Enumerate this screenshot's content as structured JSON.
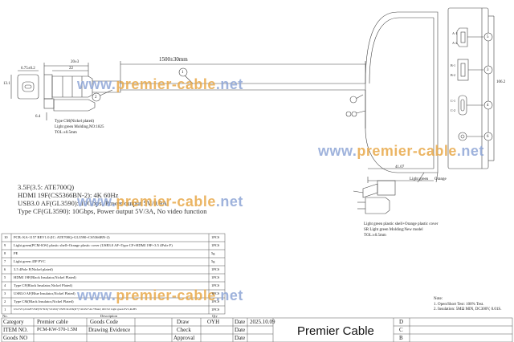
{
  "dimensions": {
    "cable_length": "1500±30mm",
    "plug_width": "20±3",
    "plug_len": "22",
    "pcb_dim": "6.75±0.2",
    "plug_h": "13.1",
    "dim_64": "6.4",
    "dim_41": "41.07",
    "dim_106": "106.2"
  },
  "callouts": [
    "1",
    "2",
    "3",
    "4",
    "5",
    "6"
  ],
  "notes_plug": {
    "line1": "Type CM(Nickel plated)",
    "line2": "Light green Molding,NO:1825",
    "line3": "TOL:±0.5mm"
  },
  "notes_hub": {
    "line1": "Light green plastic shell+Orange plastic cover",
    "line2": "SR Light green Molding;New model",
    "line3": "TOL:±0.5mm"
  },
  "color_labels": {
    "a": "Light green",
    "b": "Orange"
  },
  "port_labels": [
    "A-1",
    "A-2",
    "B-1",
    "B-2",
    "C-1",
    "C-2"
  ],
  "specs": [
    "3.5F(3.5: ATE700Q)",
    "HDMI 19F(CS5366BN-2): 4K 60Hz",
    "USB3.0 AF(GL3590): 10Gbps, Power output 5V/0.9A",
    "Type CF(GL3590): 10Gbps, Power output 5V/3A, No video function"
  ],
  "watermark": {
    "prefix": "www.",
    "name": "premier-cable",
    "suffix": ".net"
  },
  "bom": [
    {
      "no": "10",
      "desc": "PCB: KA-1157 REV1.0 (IC: ATE700Q+GL3590+CS5366BN-2)",
      "qty": "1PCS"
    },
    {
      "no": "9",
      "desc": "Light green(PCM-KW) plastic shell+Orange plastic cover (USB3.0 AF+Type CF+HDMI 19F+3.5 4Pole F)",
      "qty": "1PCS"
    },
    {
      "no": "8",
      "desc": "PE",
      "qty": "5g"
    },
    {
      "no": "7",
      "desc": "Light green 45P PVC",
      "qty": "5g"
    },
    {
      "no": "6",
      "desc": "3.5 4Pole F(Nickel plated)",
      "qty": "1PCS"
    },
    {
      "no": "5",
      "desc": "HDMI 19F(Black Insulator,Nickel Plated)",
      "qty": "1PCS"
    },
    {
      "no": "4",
      "desc": "Type CF(Black Insulator,Nickel Plated)",
      "qty": "1PCS"
    },
    {
      "no": "3",
      "desc": "USB3.0 AF(Blue Insulator,Nickel Plated)",
      "qty": "1PCS"
    },
    {
      "no": "2",
      "desc": "Type CM(Black Insulator,Nickel Plated)",
      "qty": "1PCS"
    },
    {
      "no": "1",
      "desc": "UL2725 (2C#28+2SP(TX+RX)+2C#32)+2SPT/4C#36(D+)+4C#32+AL+Braid; OD:5.0 Light green PVC,RoHS",
      "qty": "1PCS"
    }
  ],
  "bom_header": {
    "no": "No.",
    "desc": "Description",
    "qty": "Qty"
  },
  "notes": {
    "title": "Note:",
    "n1": "1. Open/Short Test: 100% Test.",
    "n2": "2. Insulation: 5MΩ MIN, DC300V, 0.01S."
  },
  "title_block": {
    "category_label": "Category",
    "category": "Premier cable",
    "goods_code_label": "Goods Code",
    "draw_label": "Draw",
    "drawer": "OYH",
    "date_label": "Date",
    "date": "2025.10.09",
    "item_label": "ITEM NO.",
    "item": "PCM-KW-570-1.5M",
    "drawing_evidence": "Drawing Evidence",
    "check_label": "Check",
    "date2_label": "Date",
    "goods_label": "Goods NO",
    "approval_label": "Approval",
    "date3_label": "Date",
    "company": "Premier Cable",
    "rev": [
      "D",
      "C",
      "B"
    ]
  }
}
